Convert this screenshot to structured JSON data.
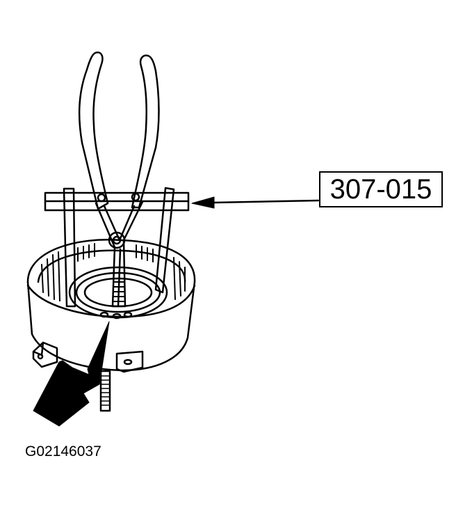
{
  "diagram": {
    "subject": "snap ring pliers and special tool on transmission drum",
    "callout": {
      "label": "307-015",
      "points_to": "special-tool-crossbar"
    },
    "figure_id": "G02146037",
    "arrow_indicator": {
      "style": "large solid black arrow",
      "points_to": "snap ring location at center of drum"
    },
    "colors": {
      "line": "#000000",
      "background": "#ffffff"
    }
  }
}
